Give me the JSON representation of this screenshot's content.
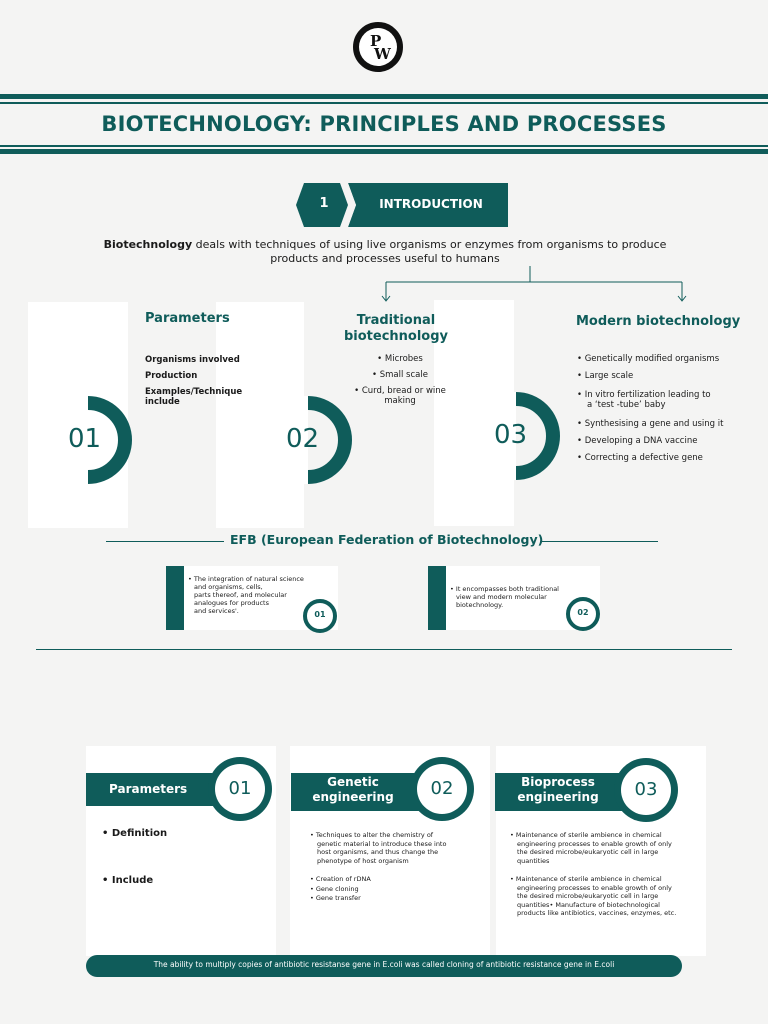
{
  "logo": {
    "top": "P",
    "bottom": "W"
  },
  "title": "BIOTECHNOLOGY: PRINCIPLES AND PROCESSES",
  "intro": {
    "number": "1",
    "label": "INTRODUCTION",
    "lead_bold": "Biotechnology",
    "lead_rest": " deals with techniques of using live organisms or enzymes from organisms to produce",
    "lead_line2": "products and processes useful to humans"
  },
  "section1": {
    "col1": {
      "heading": "Parameters",
      "items": [
        "Organisms involved",
        "Production",
        "Examples/Technique",
        "include"
      ],
      "num": "01"
    },
    "col2": {
      "heading_line1": "Traditional",
      "heading_line2": "biotechnology",
      "items": [
        "• Microbes",
        "• Small scale",
        "• Curd, bread or wine",
        "making"
      ],
      "num": "02"
    },
    "col3": {
      "heading": "Modern biotechnology",
      "items": [
        "• Genetically modified organisms",
        "• Large scale",
        "• In vitro fertilization leading to",
        "a ‘test -tube’ baby",
        "• Synthesising a gene and using it",
        "• Developing a DNA vaccine",
        "• Correcting a defective gene"
      ],
      "num": "03"
    }
  },
  "efb": {
    "heading": "EFB (European Federation of Biotechnology)",
    "card1": {
      "lines": [
        "• The integration of natural science",
        "and organisms, cells,",
        "parts thereof, and molecular",
        "analogues for products",
        "and services'."
      ],
      "num": "01"
    },
    "card2": {
      "lines": [
        "• It encompasses both traditional",
        "view and modern molecular",
        "biotechnology."
      ],
      "num": "02"
    }
  },
  "section2": {
    "col1": {
      "heading": "Parameters",
      "num": "01",
      "items": [
        "• Definition",
        "• Include"
      ]
    },
    "col2": {
      "heading_line1": "Genetic",
      "heading_line2": "engineering",
      "num": "02",
      "para": [
        "• Techniques to alter the chemistry of",
        "genetic material to introduce these into",
        "host organisms, and thus change the",
        "phenotype of host organism"
      ],
      "items": [
        "• Creation of rDNA",
        "• Gene cloning",
        "• Gene transfer"
      ]
    },
    "col3": {
      "heading_line1": "Bioprocess",
      "heading_line2": "engineering",
      "num": "03",
      "para1": [
        "• Maintenance of sterile ambience in chemical",
        "engineering processes to enable growth of only",
        "the desired microbe/eukaryotic cell in large",
        "quantities"
      ],
      "para2": [
        "• Maintenance of sterile ambience in chemical",
        "engineering processes to enable growth of only",
        "the desired microbe/eukaryotic cell in large",
        "quantities• Manufacture of biotechnological",
        "products like antibiotics, vaccines, enzymes, etc."
      ]
    }
  },
  "footer_note": "The ability to multiply copies of antibiotic resistanse gene in E.coli was called cloning of antibiotic resistance gene in E.coli",
  "colors": {
    "primary": "#0f5c5a",
    "background": "#f4f4f3",
    "card": "#ffffff"
  }
}
